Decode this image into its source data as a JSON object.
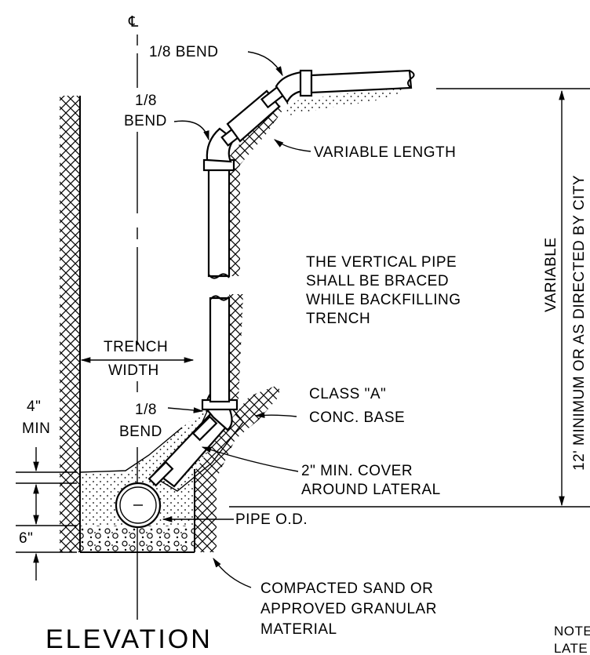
{
  "centerline_symbol": "℄",
  "labels": {
    "bend_top": "1/8 BEND",
    "bend_mid_line1": "1/8",
    "bend_mid_line2": "BEND",
    "variable_length": "VARIABLE LENGTH",
    "note_line1": "THE VERTICAL PIPE",
    "note_line2": "SHALL BE BRACED",
    "note_line3": "WHILE BACKFILLING",
    "note_line4": "TRENCH",
    "trench_line1": "TRENCH",
    "trench_line2": "WIDTH",
    "bend_low_line1": "1/8",
    "bend_low_line2": "BEND",
    "class_a_line1": "CLASS \"A\"",
    "class_a_line2": "CONC. BASE",
    "cover_line1": "2\" MIN. COVER",
    "cover_line2": "AROUND LATERAL",
    "pipe_od": "PIPE O.D.",
    "four_in_line1": "4\"",
    "four_in_line2": "MIN",
    "six_in": "6\"",
    "sand_line1": "COMPACTED SAND OR",
    "sand_line2": "APPROVED GRANULAR",
    "sand_line3": "MATERIAL",
    "vertical_variable": "VARIABLE",
    "vertical_minimum": "12' MINIMUM OR AS DIRECTED BY CITY",
    "title": "ELEVATION",
    "note_partial_1": "NOTE",
    "note_partial_2": "LATE"
  }
}
